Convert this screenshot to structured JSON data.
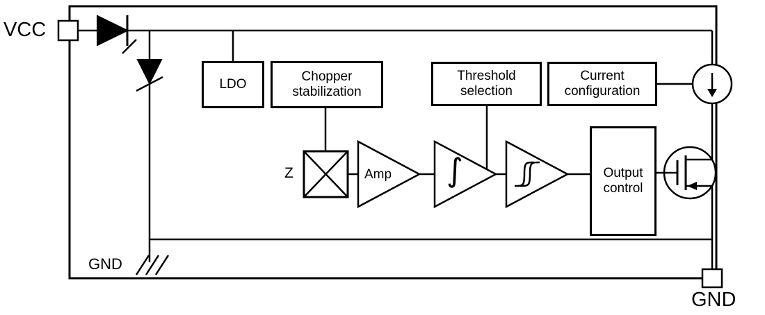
{
  "background": "#ffffff",
  "line_color": "#000000",
  "labels": {
    "vcc": "VCC",
    "gnd_left": "GND",
    "gnd_bottom": "GND",
    "z_input": "Z",
    "amp": "Amp",
    "integrator_symbol": "∫"
  },
  "blocks": {
    "ldo": "LDO",
    "chopper": "Chopper stabilization",
    "threshold": "Threshold selection",
    "current_config": "Current configuration",
    "output_control": "Output control"
  },
  "icons": {
    "series_diode": "diode-icon",
    "clamp_diode": "zener-diode-icon",
    "mixer": "multiplier-icon",
    "amplifier": "amplifier-triangle-icon",
    "integrator": "integrator-triangle-icon",
    "comparator": "schmitt-trigger-icon",
    "current_source": "current-source-icon",
    "mosfet": "mosfet-icon",
    "ground": "ground-icon",
    "vcc_pad": "pin-pad-icon",
    "gnd_pad": "pin-pad-icon"
  }
}
